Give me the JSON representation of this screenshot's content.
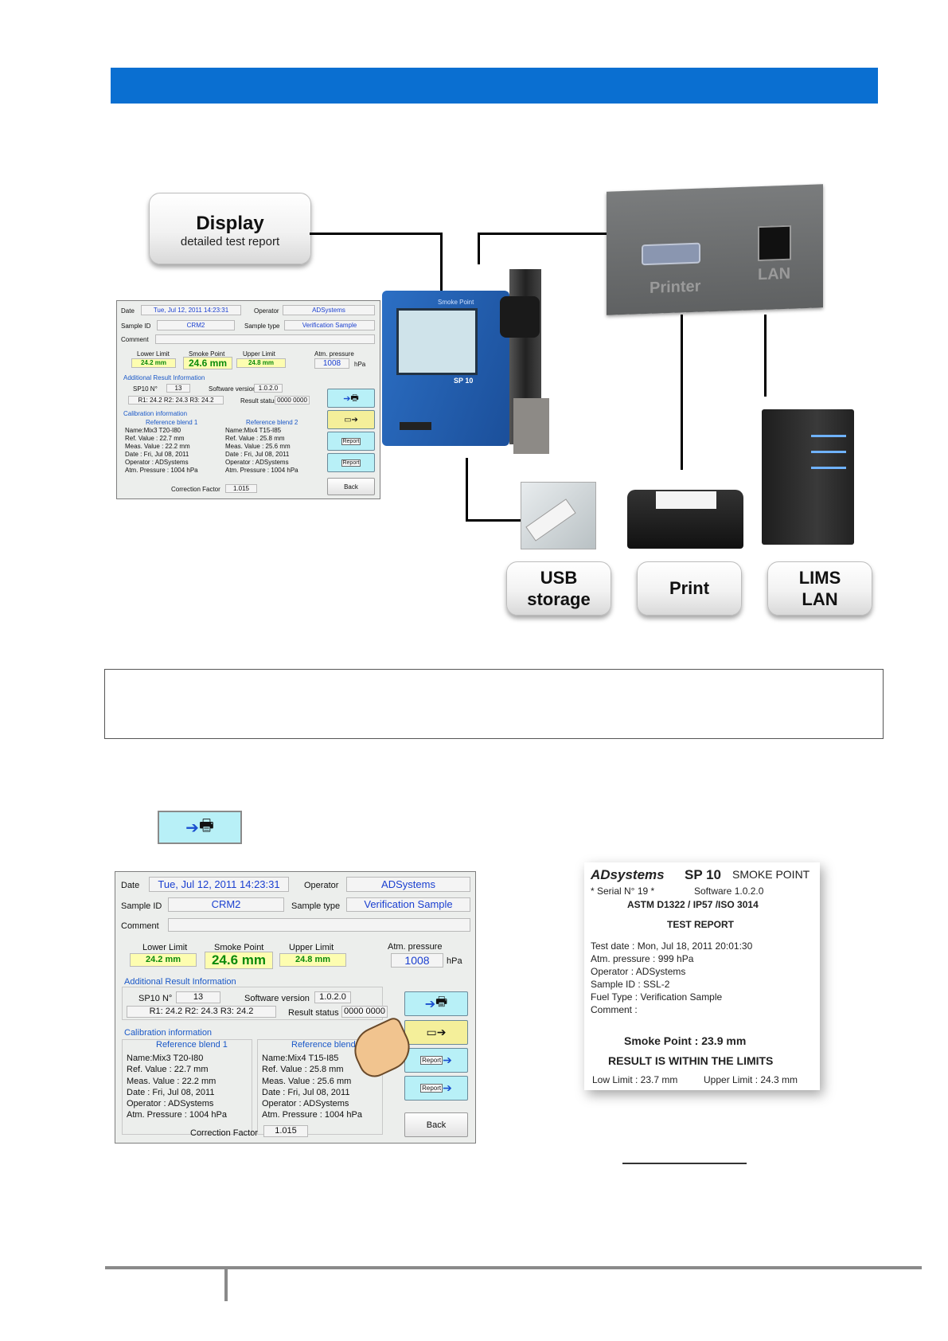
{
  "diagram": {
    "display_title": "Display",
    "display_subtitle": "detailed test report",
    "usb_line1": "USB",
    "usb_line2": "storage",
    "print_label": "Print",
    "lims_line1": "LIMS",
    "lims_line2": "LAN",
    "port_printer": "Printer",
    "port_lan": "LAN",
    "device_brand": "Smoke Point",
    "device_model": "SP 10"
  },
  "screen": {
    "date_label": "Date",
    "date_value": "Tue, Jul 12, 2011  14:23:31",
    "operator_label": "Operator",
    "operator_value": "ADSystems",
    "sample_id_label": "Sample ID",
    "sample_id_value": "CRM2",
    "sample_type_label": "Sample type",
    "sample_type_value": "Verification Sample",
    "comment_label": "Comment",
    "comment_value": "",
    "lower_limit_label": "Lower Limit",
    "lower_limit_value": "24.2 mm",
    "smoke_point_label": "Smoke Point",
    "smoke_point_value": "24.6 mm",
    "upper_limit_label": "Upper Limit",
    "upper_limit_value": "24.8 mm",
    "atm_label": "Atm. pressure",
    "atm_value": "1008",
    "atm_unit": "hPa",
    "additional_section": "Additional Result Information",
    "sp10_label": "SP10 N°",
    "sp10_value": "13",
    "software_label": "Software version",
    "software_value": "1.0.2.0",
    "r_values": "R1: 24.2  R2: 24.3  R3: 24.2",
    "result_status_label": "Result status",
    "result_status_value": "0000 0000",
    "calibration_section": "Calibration information",
    "ref1_title": "Reference blend 1",
    "ref1_lines": [
      "Name:Mix3 T20-I80",
      "Ref. Value : 22.7 mm",
      "Meas. Value : 22.2 mm",
      "Date : Fri, Jul 08, 2011",
      "Operator : ADSystems",
      "Atm. Pressure : 1004 hPa"
    ],
    "ref2_title": "Reference blend 2",
    "ref2_lines": [
      "Name:Mix4 T15-I85",
      "Ref. Value : 25.8 mm",
      "Meas. Value : 25.6 mm",
      "Date : Fri, Jul 08, 2011",
      "Operator : ADSystems",
      "Atm. Pressure : 1004 hPa"
    ],
    "correction_label": "Correction Factor",
    "correction_value": "1.015",
    "back_label": "Back",
    "report_tag": "Report"
  },
  "ticket": {
    "brand": "ADsystems",
    "model": "SP 10",
    "product": "SMOKE POINT",
    "serial": "* Serial N° 19 *",
    "software": "Software 1.0.2.0",
    "standards": "ASTM D1322 / IP57 /ISO 3014",
    "title": "TEST REPORT",
    "lines": [
      "Test date : Mon, Jul 18, 2011  20:01:30",
      "Atm. pressure : 999 hPa",
      "Operator : ADSystems",
      "Sample ID : SSL-2",
      "Fuel Type : Verification Sample",
      "Comment :"
    ],
    "smoke_point": "Smoke Point :     23.9 mm",
    "result": "RESULT IS WITHIN THE LIMITS",
    "low_limit": "Low Limit : 23.7 mm",
    "upper_limit": "Upper Limit : 24.3 mm"
  },
  "colors": {
    "header_bar": "#0a6fd1",
    "section_text": "#1a58c8",
    "cyan_button": "#b8f0f7"
  }
}
